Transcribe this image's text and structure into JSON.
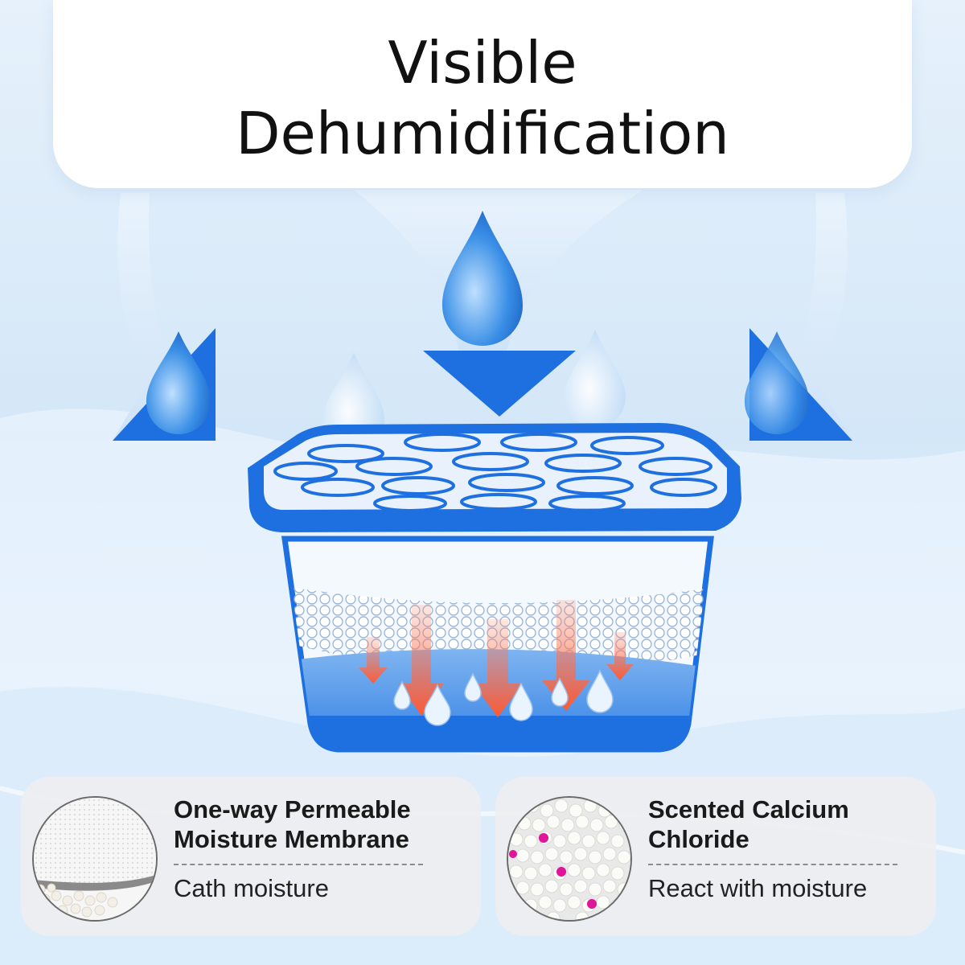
{
  "title": {
    "line1": "Visible",
    "line2": "Dehumidification"
  },
  "colors": {
    "accent_blue": "#1e6fe0",
    "arrow_orange": "#ff6b45",
    "card_bg": "#eeeef0",
    "title_text": "#111111"
  },
  "illustration": {
    "product": "moisture-absorber-box-icon",
    "incoming": "water-drop-arrow-icon",
    "internal": "heat-arrow-icon"
  },
  "features": [
    {
      "title": "One-way Permeable Moisture Membrane",
      "subtitle": "Cath moisture",
      "thumbnail_icon": "membrane-thumbnail"
    },
    {
      "title": "Scented Calcium Chloride",
      "subtitle": "React with moisture",
      "thumbnail_icon": "calcium-chloride-thumbnail"
    }
  ]
}
